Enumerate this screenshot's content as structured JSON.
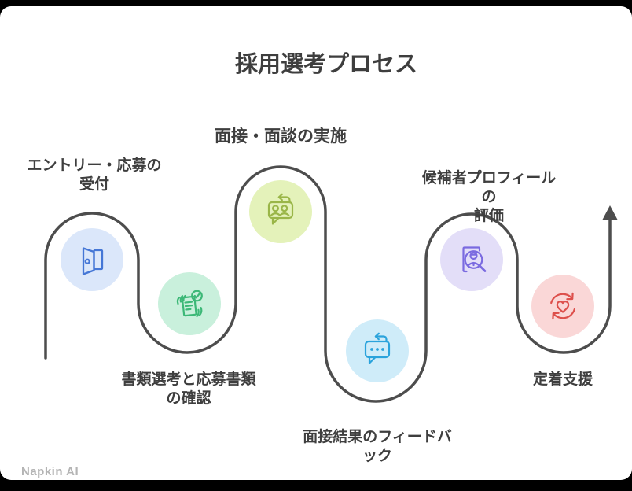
{
  "title": "採用選考プロセス",
  "flow": {
    "direction": "left-to-right serpentine",
    "path_color": "#4d4d4d",
    "text_color": "#3e3e3e"
  },
  "steps": [
    {
      "name": "entry",
      "label": "エントリー・応募の\n受付",
      "icon": "door-icon",
      "circle_bg": "#dbe7fa",
      "icon_color": "#4577d6",
      "label_position": "above"
    },
    {
      "name": "screening",
      "label": "書類選考と応募書類\nの確認",
      "icon": "document-check-icon",
      "circle_bg": "#c9f0dc",
      "icon_color": "#3cb877",
      "label_position": "below"
    },
    {
      "name": "interview",
      "label": "面接・面談の実施",
      "icon": "people-chat-icon",
      "circle_bg": "#e4f2ba",
      "icon_color": "#9ab648",
      "label_position": "above"
    },
    {
      "name": "feedback",
      "label": "面接結果のフィードバ\nック",
      "icon": "chat-reply-icon",
      "circle_bg": "#cfecf9",
      "icon_color": "#2aa3dc",
      "label_position": "below"
    },
    {
      "name": "evaluation",
      "label": "候補者プロフィールの\n評価",
      "icon": "profile-search-icon",
      "circle_bg": "#e3def8",
      "icon_color": "#7a6ae0",
      "label_position": "above"
    },
    {
      "name": "retention",
      "label": "定着支援",
      "icon": "heart-cycle-icon",
      "circle_bg": "#fad7d7",
      "icon_color": "#dd4f4b",
      "label_position": "below"
    }
  ],
  "watermark": "Napkin AI"
}
